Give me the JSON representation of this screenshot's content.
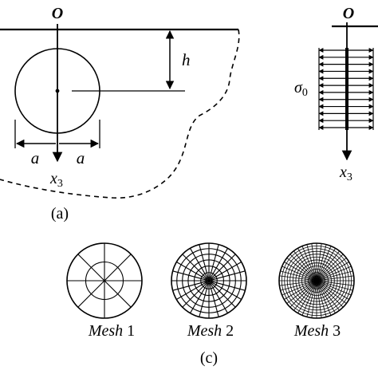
{
  "figure": {
    "panel_a": {
      "origin_label": "O",
      "depth_label": "h",
      "radius_label_left": "a",
      "radius_label_right": "a",
      "axis_label_var": "x",
      "axis_label_sub": "3",
      "caption": "(a)"
    },
    "panel_b": {
      "origin_label": "O",
      "stress_label_var": "σ",
      "stress_label_sub": "0",
      "axis_label_var": "x",
      "axis_label_sub": "3"
    },
    "panel_c": {
      "meshes": [
        {
          "italic": "Mesh",
          "number": "1",
          "rings": 2,
          "spokes": 8
        },
        {
          "italic": "Mesh",
          "number": "2",
          "rings": 6,
          "spokes": 24
        },
        {
          "italic": "Mesh",
          "number": "3",
          "rings": 12,
          "spokes": 48
        }
      ],
      "caption": "(c)"
    },
    "colors": {
      "ink": "#000000",
      "background": "#ffffff"
    }
  }
}
